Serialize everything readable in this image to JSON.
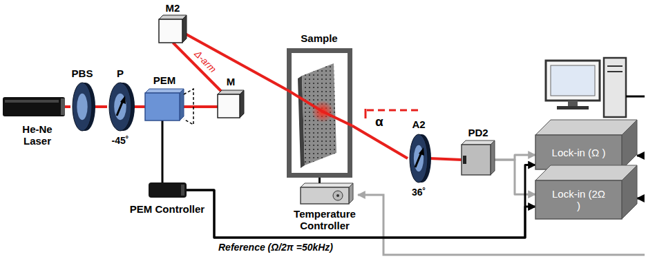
{
  "diagram": {
    "nodes": [
      {
        "text": [
          "He-Ne Laser"
        ]
      },
      {
        "text": [
          "PBS"
        ]
      },
      {
        "text": [
          "P",
          "-45˚"
        ]
      },
      {
        "text": [
          "PEM"
        ]
      },
      {
        "text": [
          "M"
        ]
      },
      {
        "text": [
          "M2"
        ]
      },
      {
        "text": [
          "Sample"
        ]
      },
      {
        "text": [
          "Temperature Controller"
        ]
      },
      {
        "text": [
          "A2",
          "36˚"
        ]
      },
      {
        "text": [
          "PD2"
        ]
      },
      {
        "text": [
          "Lock-in (Ω )"
        ]
      },
      {
        "text": [
          "Lock-in (2Ω )"
        ]
      },
      {
        "text": [
          "PEM Controller"
        ]
      }
    ],
    "edges": [
      {
        "from": 0,
        "to": 1,
        "arrow": "none"
      },
      {
        "from": 1,
        "to": 2,
        "arrow": "none"
      },
      {
        "from": 2,
        "to": 3,
        "arrow": "none"
      },
      {
        "from": 3,
        "to": 4,
        "arrow": "none"
      },
      {
        "from": 4,
        "to": 5,
        "label": "Δ-arm",
        "arrow": "none"
      },
      {
        "from": 5,
        "to": 6,
        "arrow": "none"
      },
      {
        "from": 6,
        "to": 8,
        "arrow": "none"
      },
      {
        "from": 8,
        "to": 9,
        "arrow": "none"
      },
      {
        "from": 9,
        "to": 10,
        "arrow": "to"
      },
      {
        "from": 9,
        "to": 11,
        "arrow": "to"
      },
      {
        "from": 3,
        "to": 12,
        "arrow": "none"
      },
      {
        "from": 6,
        "to": 7,
        "arrow": "none"
      },
      {
        "from": 12,
        "to": 10,
        "arrow": "to"
      },
      {
        "from": 12,
        "to": 11,
        "arrow": "to"
      }
    ],
    "labels": [
      "α",
      "Reference (Ω/2π =50kHz)"
    ]
  }
}
